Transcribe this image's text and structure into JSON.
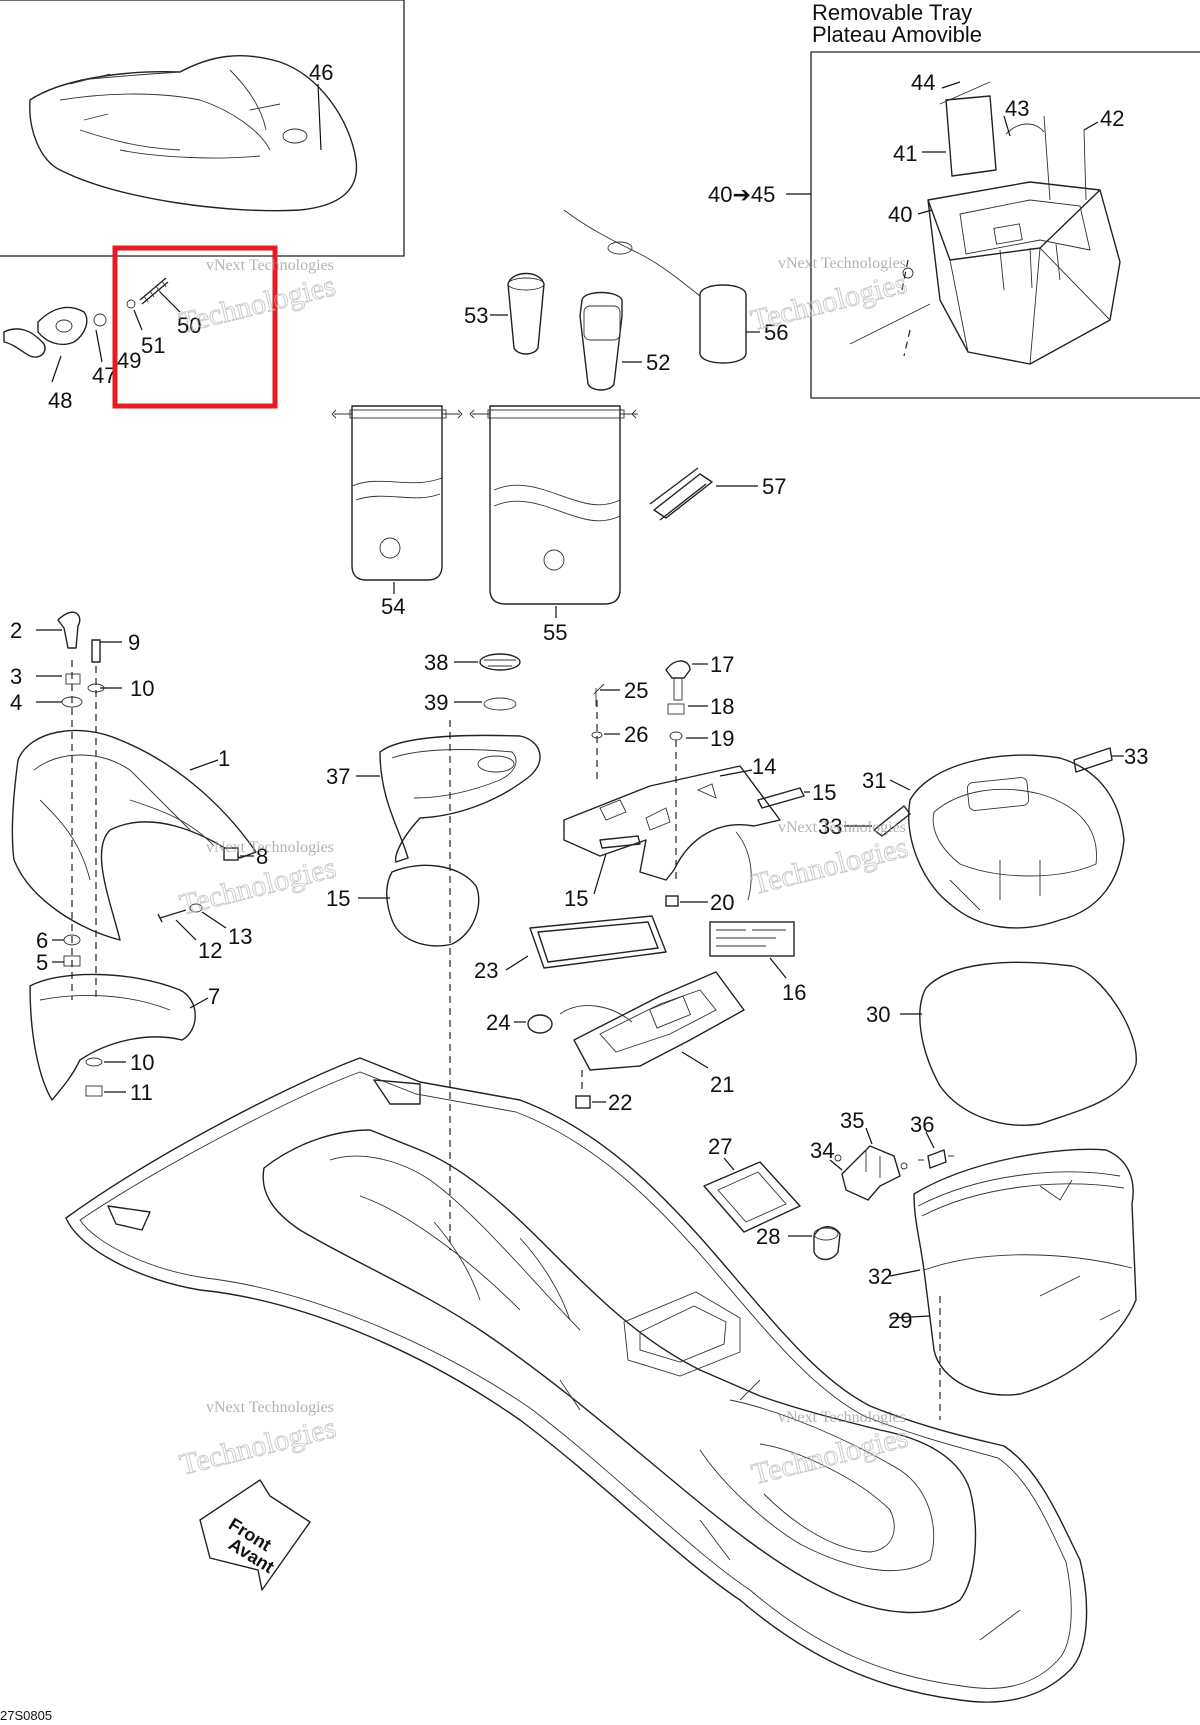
{
  "tray": {
    "title_en": "Removable Tray",
    "title_fr": "Plateau Amovible"
  },
  "front_arrow": {
    "en": "Front",
    "fr": "Avant"
  },
  "drawing_code": "27S0805",
  "watermark": {
    "line1": "vNext Technologies",
    "line2": "Technologies"
  },
  "callouts": {
    "c1": "1",
    "c2": "2",
    "c3": "3",
    "c4": "4",
    "c5": "5",
    "c6": "6",
    "c7": "7",
    "c8": "8",
    "c9": "9",
    "c10a": "10",
    "c10b": "10",
    "c11": "11",
    "c12": "12",
    "c13": "13",
    "c14": "14",
    "c15a": "15",
    "c15b": "15",
    "c15c": "15",
    "c16": "16",
    "c17": "17",
    "c18": "18",
    "c19": "19",
    "c20": "20",
    "c21": "21",
    "c22": "22",
    "c23": "23",
    "c24": "24",
    "c25": "25",
    "c26": "26",
    "c27": "27",
    "c28": "28",
    "c29": "29",
    "c30": "30",
    "c31": "31",
    "c32": "32",
    "c33a": "33",
    "c33b": "33",
    "c34": "34",
    "c35": "35",
    "c36": "36",
    "c37": "37",
    "c38": "38",
    "c39": "39",
    "c40": "40",
    "c4045": "40➔45",
    "c41": "41",
    "c42": "42",
    "c43": "43",
    "c44": "44",
    "c46": "46",
    "c47": "47",
    "c48": "48",
    "c49": "49",
    "c50": "50",
    "c51": "51",
    "c52": "52",
    "c53": "53",
    "c54": "54",
    "c55": "55",
    "c56": "56",
    "c57": "57"
  },
  "highlight": {
    "color": "#e31b23",
    "parts": [
      "49",
      "50",
      "51"
    ]
  }
}
